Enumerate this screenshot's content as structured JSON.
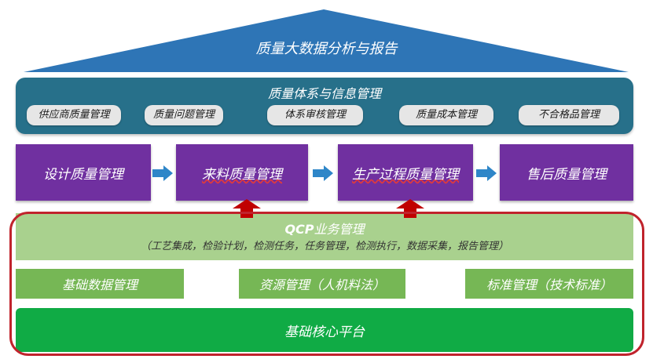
{
  "roof": {
    "title": "质量大数据分析与报告"
  },
  "quality_system": {
    "title": "质量体系与信息管理",
    "items": [
      "供应商质量管理",
      "质量问题管理",
      "体系审核管理",
      "质量成本管理",
      "不合格品管理"
    ]
  },
  "process": {
    "design": "设计质量管理",
    "incoming": "来料质量管理",
    "production": "生产过程质量管理",
    "after_sales": "售后质量管理"
  },
  "qcp": {
    "title_brand": "QCP",
    "title_rest": "业务管理",
    "description": "（工艺集成，检验计划，检测任务，任务管理，检测执行，数据采集，报告管理）"
  },
  "foundation": {
    "basic_data": "基础数据管理",
    "resource": "资源管理（人机料法）",
    "standard": "标准管理（技术标准）",
    "core_platform": "基础核心平台"
  },
  "colors": {
    "roof": "#2e75b6",
    "panel": "#27708a",
    "process": "#7030a0",
    "arrow_blue": "#2e86c8",
    "arrow_red": "#c00000",
    "qcp_band": "#a9d18e",
    "green_box": "#76b755",
    "core": "#10ab45",
    "frame": "#c0232c"
  },
  "icons": [
    "right-arrow-icon",
    "up-arrow-icon"
  ]
}
